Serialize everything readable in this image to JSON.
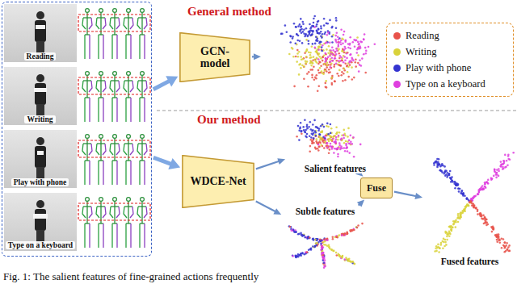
{
  "diagram": {
    "caption": "Fig. 1: The salient features of fine-grained actions frequently",
    "nodes": [
      {
        "text": []
      },
      {
        "text": [
          "Reading"
        ],
        "in": 0
      },
      {
        "text": [
          "Writing"
        ],
        "in": 0
      },
      {
        "text": [
          "Play with phone"
        ],
        "in": 0
      },
      {
        "text": [
          "Type on a keyboard"
        ],
        "in": 0
      },
      {
        "text": [
          "GCN-model"
        ]
      },
      {
        "text": []
      },
      {
        "text": [
          "WDCE-Net"
        ]
      },
      {
        "text": [
          "Salient features"
        ]
      },
      {
        "text": [
          "Subtle features"
        ]
      },
      {
        "text": [
          "Fuse"
        ]
      },
      {
        "text": [
          "Fused features"
        ]
      }
    ],
    "edges": [
      {
        "from": 0,
        "to": 5,
        "arrow": "to"
      },
      {
        "from": 0,
        "to": 7,
        "arrow": "to"
      },
      {
        "from": 5,
        "to": 6,
        "arrow": "to"
      },
      {
        "from": 7,
        "to": 8,
        "arrow": "to"
      },
      {
        "from": 7,
        "to": 9,
        "arrow": "to"
      },
      {
        "from": 8,
        "to": 10,
        "arrow": "to"
      },
      {
        "from": 9,
        "to": 10,
        "arrow": "to"
      },
      {
        "from": 10,
        "to": 11,
        "arrow": "to"
      }
    ],
    "labels": [
      "General method",
      "Our method"
    ],
    "legend": [
      {
        "text": "Reading",
        "color": "#e8524a"
      },
      {
        "text": "Writing",
        "color": "#d9d23a"
      },
      {
        "text": "Play with phone",
        "color": "#3434d0"
      },
      {
        "text": "Type on a keyboard",
        "color": "#df3fdf"
      }
    ]
  }
}
